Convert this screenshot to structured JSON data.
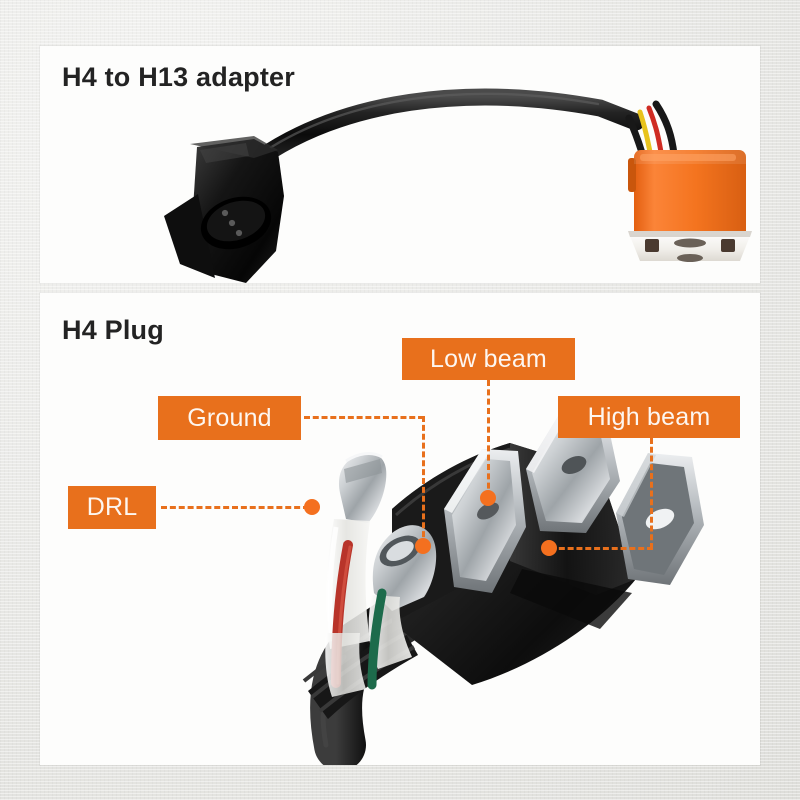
{
  "page": {
    "background_color": "#e9e9e7",
    "accent_color": "#e8701c",
    "panel_color": "#fdfdfc"
  },
  "panels": [
    {
      "id": "adapter",
      "title": "H4 to H13 adapter",
      "photo": "h4-to-h13-adapter-cable-photo",
      "parts": [
        {
          "name": "h13-male-connector",
          "color": "#111111"
        },
        {
          "name": "black-sheathed-cable",
          "color": "#161616"
        },
        {
          "name": "h4-female-socket-housing",
          "color": "#f2701f"
        },
        {
          "name": "socket-face",
          "color": "#f4f2ee"
        },
        {
          "name": "red-wire",
          "color": "#d8232a"
        },
        {
          "name": "yellow-wire",
          "color": "#f2c21a"
        }
      ]
    },
    {
      "id": "plug",
      "title": "H4 Plug",
      "photo": "h4-plug-terminals-photo",
      "labels": [
        {
          "key": "drl",
          "text": "DRL",
          "target": "drl-terminal"
        },
        {
          "key": "ground",
          "text": "Ground",
          "target": "ground-blade"
        },
        {
          "key": "lowbeam",
          "text": "Low beam",
          "target": "low-beam-blade"
        },
        {
          "key": "highbeam",
          "text": "High beam",
          "target": "high-beam-blade"
        }
      ],
      "parts": [
        {
          "name": "h4-plug-body",
          "color": "#1d1d1d"
        },
        {
          "name": "spade-terminal",
          "color": "#c9ccce"
        },
        {
          "name": "drl-bullet-terminal",
          "color": "#cfd2d4"
        },
        {
          "name": "clear-heatshrink",
          "color": "#e7e7e3"
        },
        {
          "name": "red-wire",
          "color": "#c0392f"
        },
        {
          "name": "green-wire",
          "color": "#1f6b4a"
        },
        {
          "name": "strain-relief-boot",
          "color": "#121212"
        }
      ]
    }
  ]
}
